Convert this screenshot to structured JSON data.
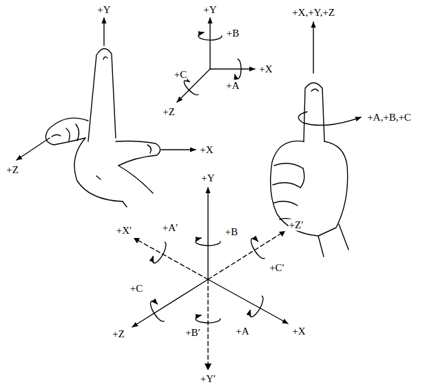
{
  "diagram": {
    "labels": [
      "+Y",
      "+Z",
      "+X",
      "+Y",
      "+B",
      "+C",
      "+X",
      "+Z",
      "+A",
      "+X,+Y,+Z",
      "+A,+B,+C",
      "+Y",
      "+X′",
      "+A′",
      "+B",
      "+Z′",
      "+C",
      "+C′",
      "+Z",
      "+B′",
      "+A",
      "+X",
      "+Y′"
    ]
  }
}
